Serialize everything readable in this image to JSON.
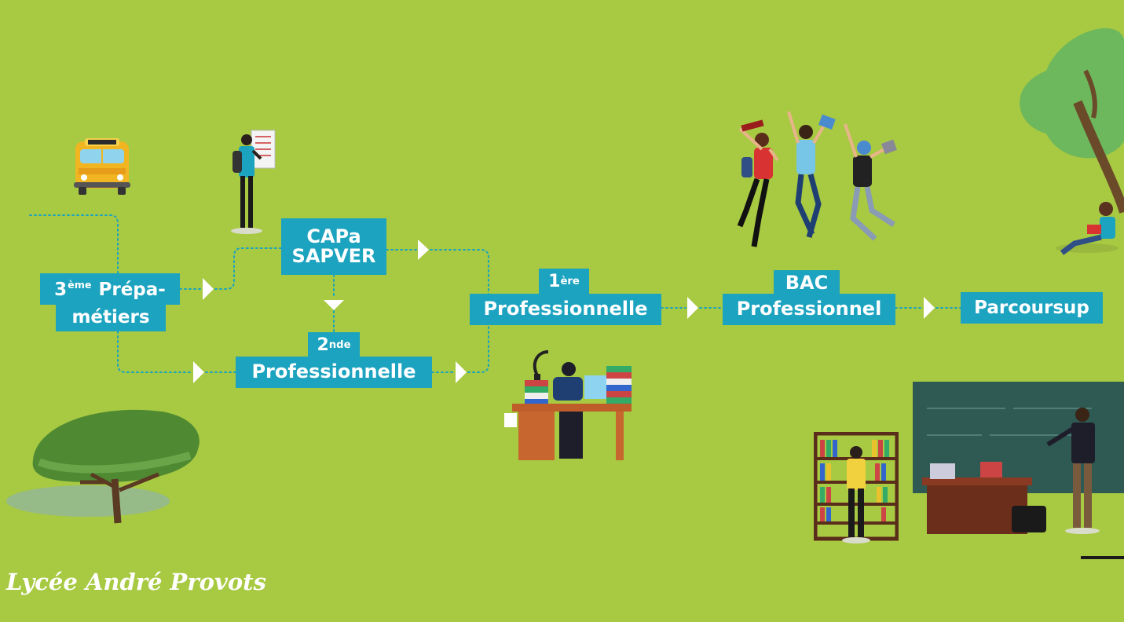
{
  "diagram": {
    "nodes": {
      "n3eme": {
        "sup": "ème",
        "line1_prefix": "3",
        "line1_suffix": "Prépa-",
        "line2": "métiers"
      },
      "capa": {
        "line1": "CAPa",
        "line2": "SAPVER"
      },
      "seconde": {
        "num": "2",
        "sup": "nde",
        "label": "Professionnelle"
      },
      "premiere": {
        "num": "1",
        "sup": "ère",
        "label": "Professionnelle"
      },
      "bac": {
        "line1": "BAC",
        "line2": "Professionnel"
      },
      "parcoursup": {
        "label": "Parcoursup"
      }
    },
    "edges": [
      [
        "n3eme",
        "capa"
      ],
      [
        "n3eme",
        "seconde"
      ],
      [
        "capa",
        "seconde"
      ],
      [
        "capa",
        "premiere"
      ],
      [
        "seconde",
        "premiere"
      ],
      [
        "premiere",
        "bac"
      ],
      [
        "bac",
        "parcoursup"
      ]
    ]
  },
  "brand": {
    "text": "Lycée André Provots"
  },
  "colors": {
    "background": "#a8c942",
    "box": "#1ba3bf",
    "connector": "#1ba3bf",
    "arrow": "#ffffff",
    "text": "#ffffff"
  },
  "illustrations": [
    "school-bus-icon",
    "student-reading-board-icon",
    "jumping-students-icon",
    "tree-reader-icon",
    "studying-desk-icon",
    "bush-tree-icon",
    "bookshelf-student-icon",
    "teacher-classroom-icon"
  ]
}
